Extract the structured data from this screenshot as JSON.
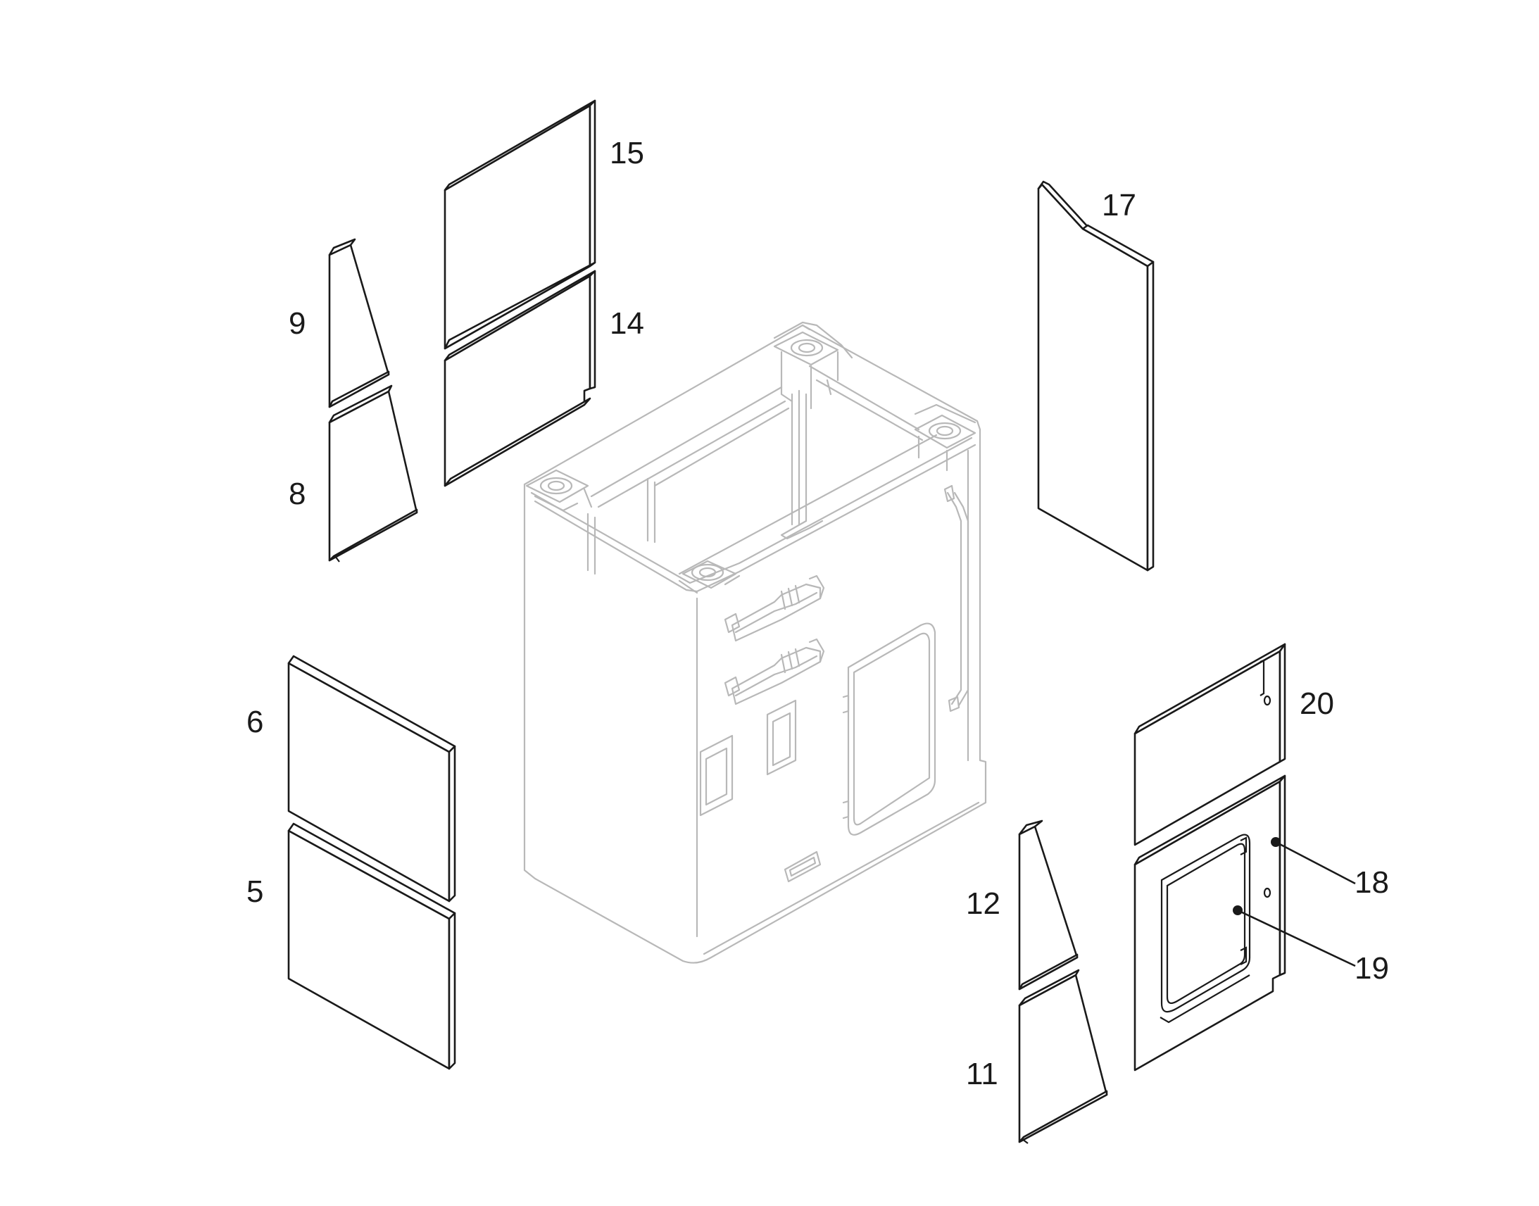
{
  "diagram": {
    "colors": {
      "line": "#1a1a1a",
      "frame": "#b8b8b8",
      "background": "#ffffff"
    },
    "callouts": {
      "p15": "15",
      "p14": "14",
      "p9": "9",
      "p8": "8",
      "p17": "17",
      "p6": "6",
      "p5": "5",
      "p20": "20",
      "p18": "18",
      "p19": "19",
      "p12": "12",
      "p11": "11"
    }
  }
}
